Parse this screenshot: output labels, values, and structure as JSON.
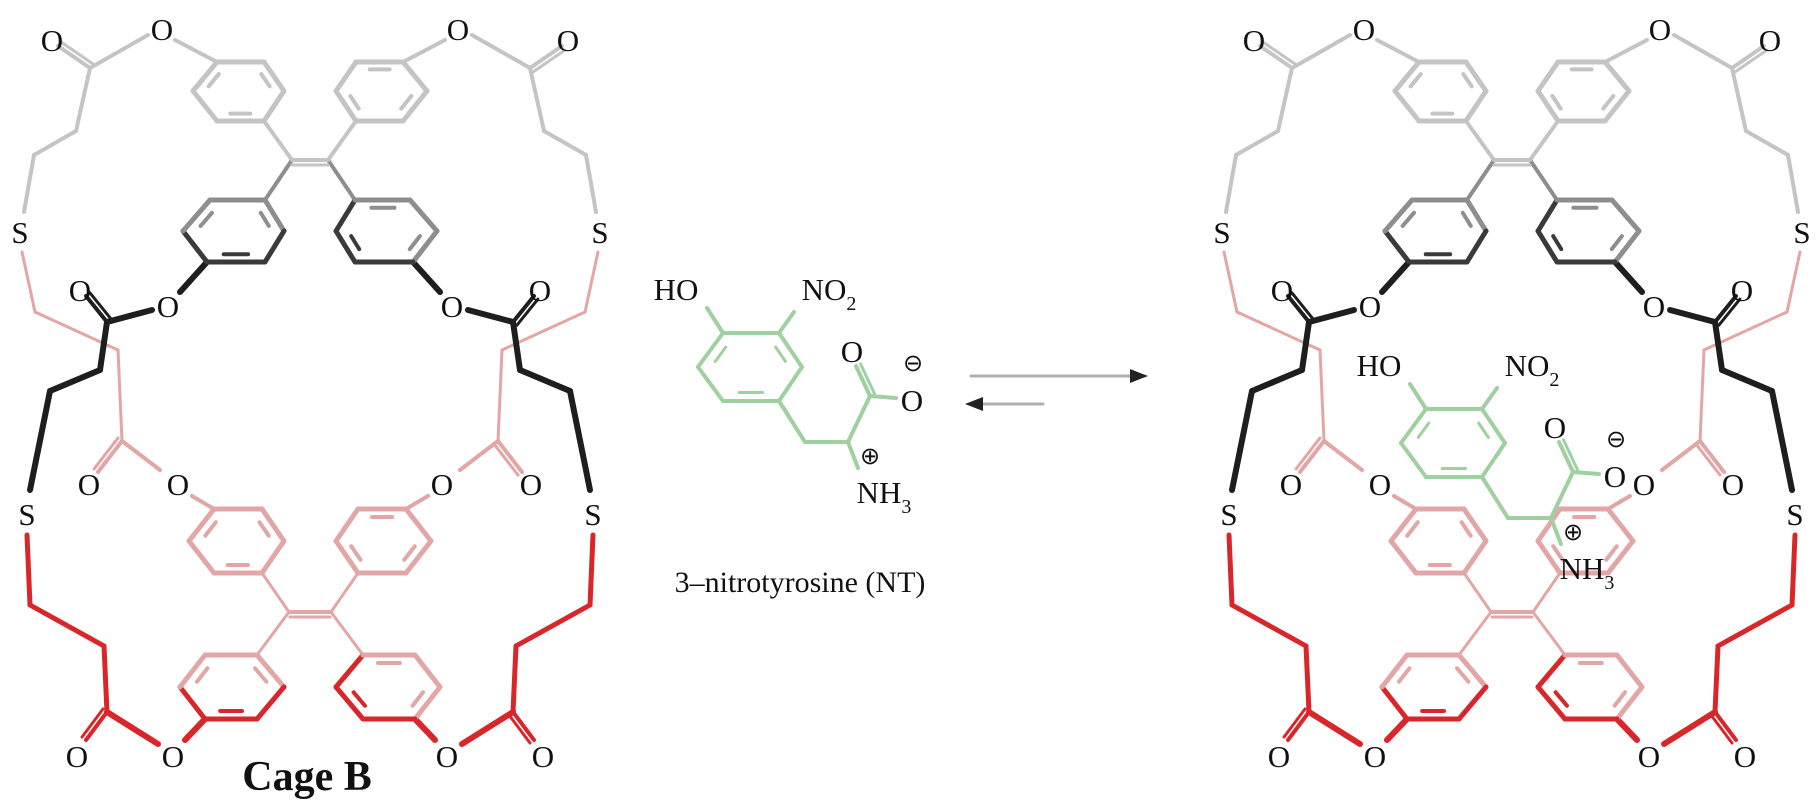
{
  "cage_label": "Cage B",
  "guest_label": "3–nitrotyrosine (NT)",
  "atoms": {
    "O": "O",
    "S": "S",
    "HO": "HO",
    "NO": "NO",
    "sub2": "2",
    "NH": "NH",
    "sub3": "3"
  },
  "charges": {
    "minus": "⊖",
    "plus": "⊕"
  },
  "colors": {
    "gray_light": "#c4c4c4",
    "gray_mid": "#8e8e8e",
    "dark": "#3a3a3a",
    "black": "#1e1e1e",
    "pink": "#e3a6a6",
    "red": "#d8262a",
    "green": "#9fd09f",
    "arrow_shaft": "#b0b0b0",
    "arrow_head": "#222222"
  }
}
